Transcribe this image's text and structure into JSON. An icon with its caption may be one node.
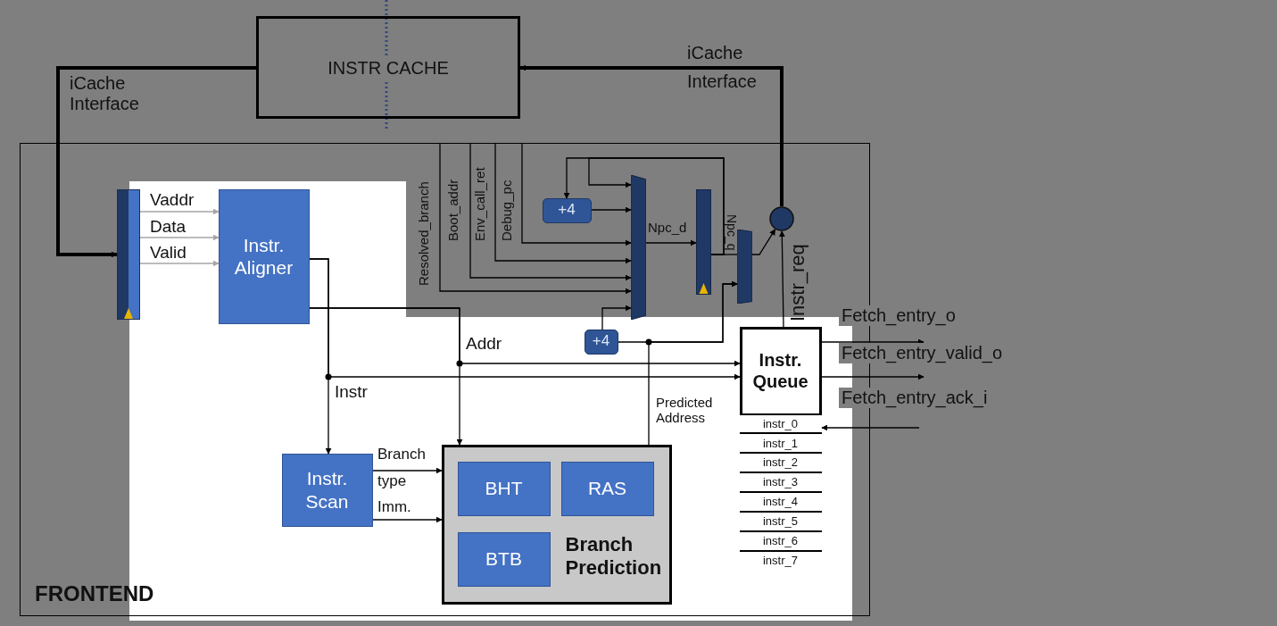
{
  "diagram": {
    "nodes": [
      {
        "text": [
          "INSTR CACHE"
        ]
      },
      {
        "text": [
          "FRONTEND"
        ]
      },
      {
        "text": [],
        "shape": "bar",
        "in": 1
      },
      {
        "text": [
          "Instr. Aligner"
        ],
        "in": 1
      },
      {
        "text": [
          "Instr. Scan"
        ],
        "in": 1
      },
      {
        "text": [
          "Branch Prediction"
        ],
        "in": 1
      },
      {
        "text": [
          "BHT"
        ],
        "in": 5
      },
      {
        "text": [
          "RAS"
        ],
        "in": 5
      },
      {
        "text": [
          "BTB"
        ],
        "in": 5
      },
      {
        "text": [
          "Instr. Queue"
        ],
        "in": 1
      },
      {
        "text": [
          "instr_0"
        ],
        "in": 9
      },
      {
        "text": [
          "instr_1"
        ],
        "in": 9
      },
      {
        "text": [
          "instr_2"
        ],
        "in": 9
      },
      {
        "text": [
          "instr_3"
        ],
        "in": 9
      },
      {
        "text": [
          "instr_4"
        ],
        "in": 9
      },
      {
        "text": [
          "instr_5"
        ],
        "in": 9
      },
      {
        "text": [
          "instr_6"
        ],
        "in": 9
      },
      {
        "text": [
          "instr_7"
        ],
        "in": 9
      },
      {
        "text": [
          "+4"
        ],
        "in": 1
      },
      {
        "text": [],
        "shape": "trapezoid",
        "in": 1
      },
      {
        "text": [],
        "shape": "bar",
        "in": 1
      },
      {
        "text": [],
        "shape": "trapezoid",
        "in": 1
      },
      {
        "text": [],
        "shape": "circle",
        "in": 1
      },
      {
        "text": [
          "+4"
        ],
        "in": 1
      }
    ],
    "edges": [
      {
        "from": 0,
        "to": 2,
        "arrow": "to",
        "label": "iCache Interface",
        "style": "thick"
      },
      {
        "from": 22,
        "to": 0,
        "arrow": "to",
        "label": "iCache Interface",
        "style": "thick"
      },
      {
        "from": 2,
        "to": 3,
        "arrow": "to",
        "label": "Vaddr",
        "color": "#a6a6a6"
      },
      {
        "from": 2,
        "to": 3,
        "arrow": "to",
        "label": "Data",
        "color": "#a6a6a6"
      },
      {
        "from": 2,
        "to": 3,
        "arrow": "to",
        "label": "Valid",
        "color": "#a6a6a6"
      },
      {
        "from": 3,
        "to": 9,
        "arrow": "to",
        "label": "Instr"
      },
      {
        "from": 3,
        "to": 4,
        "arrow": "to"
      },
      {
        "from": 3,
        "to": 9,
        "arrow": "to",
        "label": "Addr"
      },
      {
        "from": 3,
        "to": 5,
        "arrow": "to"
      },
      {
        "from": 4,
        "to": 5,
        "arrow": "to",
        "label": "Branch type"
      },
      {
        "from": 4,
        "to": 5,
        "arrow": "to",
        "label": "Imm."
      },
      {
        "from": null,
        "to": 19,
        "arrow": "to",
        "label": "Resolved_branch"
      },
      {
        "from": null,
        "to": 19,
        "arrow": "to",
        "label": "Boot_addr"
      },
      {
        "from": null,
        "to": 19,
        "arrow": "to",
        "label": "Env_call_ret"
      },
      {
        "from": null,
        "to": 19,
        "arrow": "to",
        "label": "Debug_pc"
      },
      {
        "from": 18,
        "to": 19,
        "arrow": "to"
      },
      {
        "from": 20,
        "to": 18,
        "arrow": "to"
      },
      {
        "from": 20,
        "to": 19,
        "arrow": "to"
      },
      {
        "from": 19,
        "to": 20,
        "arrow": "to",
        "label": "Npc_d"
      },
      {
        "from": 20,
        "to": 21,
        "arrow": "none",
        "label": "Npc_q"
      },
      {
        "from": 21,
        "to": 22,
        "arrow": "to"
      },
      {
        "from": 9,
        "to": 22,
        "arrow": "to",
        "label": "Instr_req"
      },
      {
        "from": 23,
        "to": 19,
        "arrow": "to"
      },
      {
        "from": 23,
        "to": 21,
        "arrow": "to"
      },
      {
        "from": 5,
        "to": 21,
        "arrow": "to",
        "label": "Predicted Address"
      },
      {
        "from": 9,
        "to": null,
        "arrow": "to",
        "label": "Fetch_entry_o"
      },
      {
        "from": 9,
        "to": null,
        "arrow": "to",
        "label": "Fetch_entry_valid_o"
      },
      {
        "from": null,
        "to": 10,
        "arrow": "to",
        "label": "Fetch_entry_ack_i"
      }
    ]
  }
}
